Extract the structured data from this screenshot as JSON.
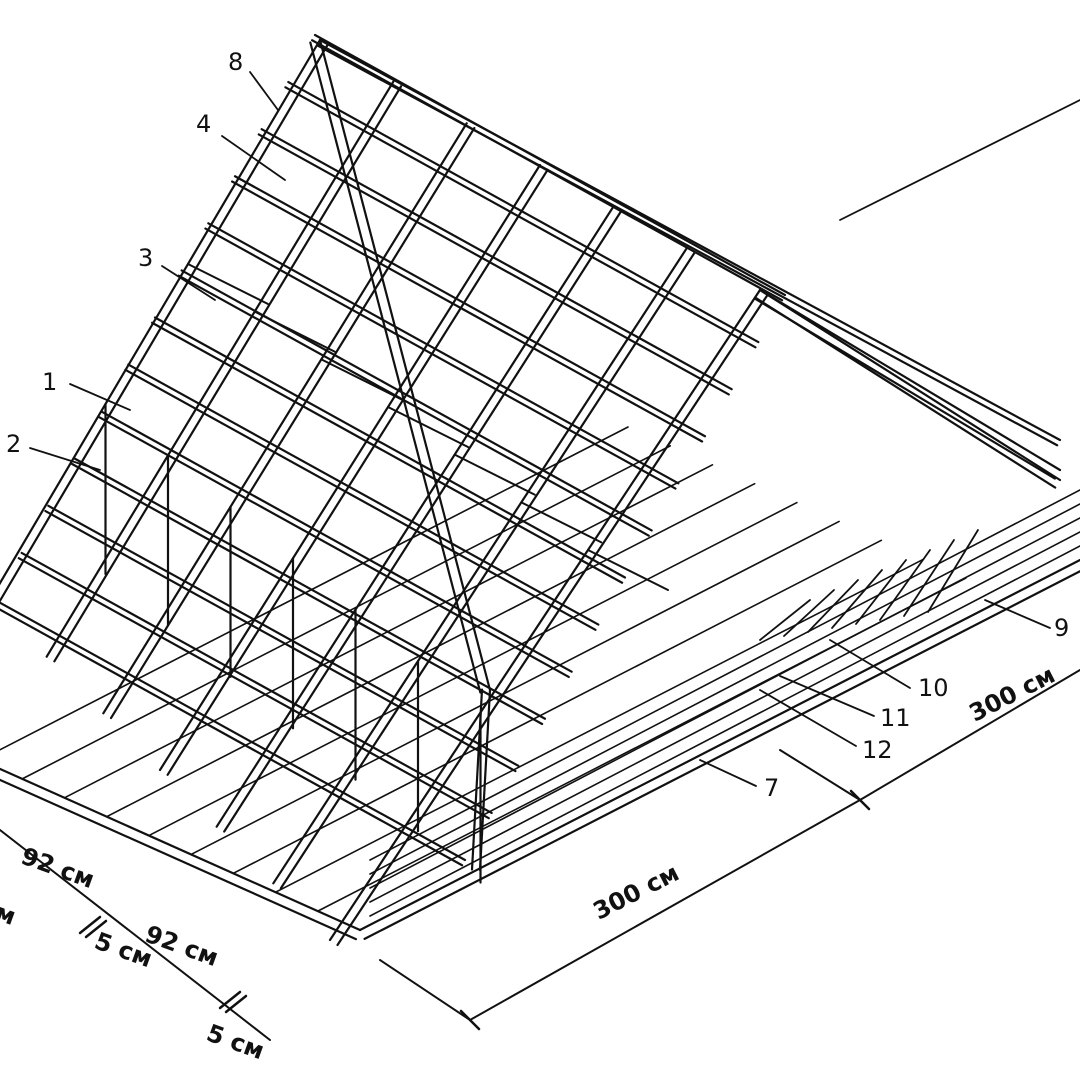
{
  "colors": {
    "ink": "#111111",
    "paper": "#ffffff"
  },
  "callouts": [
    "1",
    "2",
    "3",
    "4",
    "7",
    "8",
    "9",
    "10",
    "11",
    "12"
  ],
  "dimensions": {
    "rafter_spacing": "92 см",
    "rafter_spacing_2": "92 см",
    "gap": "5 см",
    "gap_2": "5 см",
    "width_front": "300 см",
    "width_side": "300 см",
    "cut_left": "см"
  }
}
